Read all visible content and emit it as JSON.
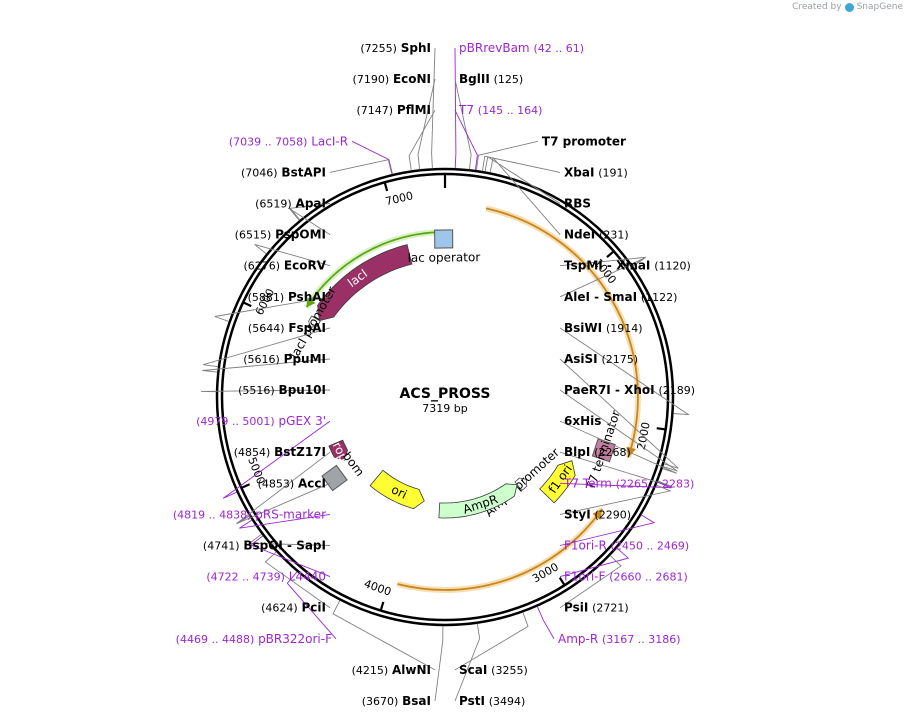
{
  "credit": {
    "prefix": "Created by",
    "brand": "SnapGene"
  },
  "plasmid": {
    "name": "ACS_PROSS",
    "length_label": "7319 bp",
    "length": 7319
  },
  "ticks": [
    {
      "bp": 0,
      "label": ""
    },
    {
      "bp": 1000,
      "label": "1000"
    },
    {
      "bp": 2000,
      "label": "2000"
    },
    {
      "bp": 3000,
      "label": "3000"
    },
    {
      "bp": 4000,
      "label": "4000"
    },
    {
      "bp": 5000,
      "label": "5000"
    },
    {
      "bp": 6000,
      "label": "6000"
    },
    {
      "bp": 7000,
      "label": "7000"
    }
  ],
  "features": [
    {
      "name": "lacI",
      "type": "cds",
      "start": 6126,
      "end": 7035,
      "direction": "reverse",
      "color": "#9b3066"
    },
    {
      "name": "lacI promoter",
      "type": "promoter",
      "start": 6048,
      "end": 6125,
      "direction": "reverse",
      "color": "#ffffff"
    },
    {
      "name": "lac operator",
      "type": "misc",
      "start": 7300,
      "end": 7319,
      "direction": "none",
      "color": "#9fc5e8"
    },
    {
      "name": "T7 terminator",
      "type": "terminator",
      "start": 2183,
      "end": 2230,
      "direction": "none",
      "color": "#c47fa0"
    },
    {
      "name": "f1 ori",
      "type": "rep",
      "start": 2372,
      "end": 2727,
      "direction": "reverse",
      "color": "#ffff33"
    },
    {
      "name": "AmpR promoter",
      "type": "promoter",
      "start": 2753,
      "end": 2857,
      "direction": "reverse",
      "color": "#ffffff"
    },
    {
      "name": "AmpR",
      "type": "cds",
      "start": 2858,
      "end": 3718,
      "direction": "reverse",
      "color": "#ccffcc"
    },
    {
      "name": "ori",
      "type": "rep",
      "start": 3889,
      "end": 4477,
      "direction": "reverse",
      "color": "#ffff33"
    },
    {
      "name": "rop",
      "type": "cds",
      "start": 4833,
      "end": 5024,
      "direction": "reverse",
      "color": "#9b3066"
    },
    {
      "name": "bom",
      "type": "misc",
      "start": 4681,
      "end": 4823,
      "direction": "none",
      "color": "#a0a4a8"
    }
  ],
  "orfs": [
    {
      "start": 250,
      "end": 2200,
      "direction": "forward",
      "color": "#c8861c"
    },
    {
      "start": 2550,
      "end": 3950,
      "direction": "reverse",
      "color": "#c8861c"
    },
    {
      "start": 6160,
      "end": 7280,
      "direction": "reverse",
      "color": "#5da619"
    }
  ],
  "labels": [
    {
      "name": "SphI",
      "pos": "(7255)",
      "bp": 7255,
      "color": "#000000"
    },
    {
      "name": "pBRrevBam",
      "pos": "(42 .. 61)",
      "bp": 52,
      "color": "#9c27d0"
    },
    {
      "name": "BglII",
      "pos": "(125)",
      "bp": 125,
      "color": "#000000"
    },
    {
      "name": "EcoNI",
      "pos": "(7190)",
      "bp": 7190,
      "color": "#000000"
    },
    {
      "name": "PflMI",
      "pos": "(7147)",
      "bp": 7147,
      "color": "#000000"
    },
    {
      "name": "T7",
      "pos": "(145 .. 164)",
      "bp": 155,
      "color": "#9c27d0"
    },
    {
      "name": "BstAPI",
      "pos": "(7046)",
      "bp": 7046,
      "color": "#000000"
    },
    {
      "name": "T7 promoter",
      "pos": "",
      "bp": 160,
      "color": "#000000"
    },
    {
      "name": "LacI-R",
      "pos": "(7039 .. 7058)",
      "bp": 7049,
      "color": "#9c27d0"
    },
    {
      "name": "XbaI",
      "pos": "(191)",
      "bp": 191,
      "color": "#000000"
    },
    {
      "name": "ApaI",
      "pos": "(6519)",
      "bp": 6519,
      "color": "#000000"
    },
    {
      "name": "RBS",
      "pos": "",
      "bp": 205,
      "color": "#000000"
    },
    {
      "name": "PspOMI",
      "pos": "(6515)",
      "bp": 6515,
      "color": "#000000"
    },
    {
      "name": "NdeI",
      "pos": "(231)",
      "bp": 231,
      "color": "#000000"
    },
    {
      "name": "EcoRV",
      "pos": "(6276)",
      "bp": 6276,
      "color": "#000000"
    },
    {
      "name": "TspMI - XmaI",
      "pos": "(1120)",
      "bp": 1120,
      "color": "#000000"
    },
    {
      "name": "AleI - SmaI",
      "pos": "(1122)",
      "bp": 1122,
      "color": "#000000"
    },
    {
      "name": "PshAI",
      "pos": "(5881)",
      "bp": 5881,
      "color": "#000000"
    },
    {
      "name": "FspAI",
      "pos": "(5644)",
      "bp": 5644,
      "color": "#000000"
    },
    {
      "name": "PpuMI",
      "pos": "(5616)",
      "bp": 5616,
      "color": "#000000"
    },
    {
      "name": "Bpu10I",
      "pos": "(5516)",
      "bp": 5516,
      "color": "#000000"
    },
    {
      "name": "BsiWI",
      "pos": "(1914)",
      "bp": 1914,
      "color": "#000000"
    },
    {
      "name": "AsiSI",
      "pos": "(2175)",
      "bp": 2175,
      "color": "#000000"
    },
    {
      "name": "PaeR7I - XhoI",
      "pos": "(2189)",
      "bp": 2189,
      "color": "#000000"
    },
    {
      "name": "6xHis",
      "pos": "",
      "bp": 2200,
      "color": "#000000"
    },
    {
      "name": "pGEX 3'",
      "pos": "(4979 .. 5001)",
      "bp": 4990,
      "color": "#9c27d0"
    },
    {
      "name": "BlpI",
      "pos": "(2268)",
      "bp": 2268,
      "color": "#000000"
    },
    {
      "name": "BstZ17I",
      "pos": "(4854)",
      "bp": 4854,
      "color": "#000000"
    },
    {
      "name": "T7 Term",
      "pos": "(2265 .. 2283)",
      "bp": 2274,
      "color": "#9c27d0"
    },
    {
      "name": "AccI",
      "pos": "(4853)",
      "bp": 4853,
      "color": "#000000"
    },
    {
      "name": "StyI",
      "pos": "(2290)",
      "bp": 2290,
      "color": "#000000"
    },
    {
      "name": "pRS-marker",
      "pos": "(4819 .. 4838)",
      "bp": 4828,
      "color": "#9c27d0"
    },
    {
      "name": "F1ori-R",
      "pos": "(2450 .. 2469)",
      "bp": 2460,
      "color": "#9c27d0"
    },
    {
      "name": "BspQI - SapI",
      "pos": "(4741)",
      "bp": 4741,
      "color": "#000000"
    },
    {
      "name": "F1ori-F",
      "pos": "(2660 .. 2681)",
      "bp": 2670,
      "color": "#9c27d0"
    },
    {
      "name": "L4440",
      "pos": "(4722 .. 4739)",
      "bp": 4730,
      "color": "#9c27d0"
    },
    {
      "name": "PsiI",
      "pos": "(2721)",
      "bp": 2721,
      "color": "#000000"
    },
    {
      "name": "PciI",
      "pos": "(4624)",
      "bp": 4624,
      "color": "#000000"
    },
    {
      "name": "pBR322ori-F",
      "pos": "(4469 .. 4488)",
      "bp": 4478,
      "color": "#9c27d0"
    },
    {
      "name": "Amp-R",
      "pos": "(3167 .. 3186)",
      "bp": 3176,
      "color": "#9c27d0"
    },
    {
      "name": "AlwNI",
      "pos": "(4215)",
      "bp": 4215,
      "color": "#000000"
    },
    {
      "name": "ScaI",
      "pos": "(3255)",
      "bp": 3255,
      "color": "#000000"
    },
    {
      "name": "BsaI",
      "pos": "(3670)",
      "bp": 3670,
      "color": "#000000"
    },
    {
      "name": "PstI",
      "pos": "(3494)",
      "bp": 3494,
      "color": "#000000"
    }
  ]
}
